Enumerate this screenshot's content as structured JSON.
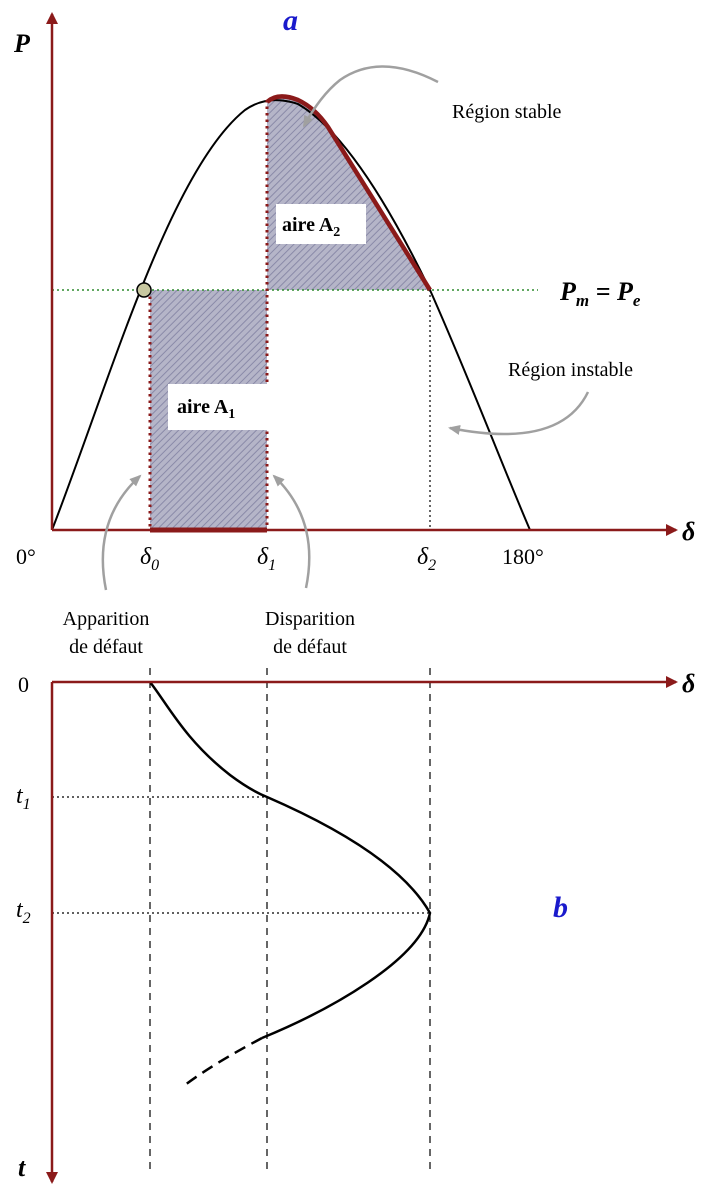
{
  "colors": {
    "axis": "#8b1a1a",
    "curve": "#000000",
    "stable_curve": "#8b1a1a",
    "area_fill": "#b5b5c8",
    "hatch": "#8a8aa8",
    "pm_line": "#2e8b2e",
    "panel_tag": "#1a1acc",
    "annot_arrow": "#a0a0a0",
    "point_fill": "#c8c8a0"
  },
  "panel_a": {
    "tag": "a",
    "y_axis_label": "P",
    "x_axis_label": "δ",
    "tick_0": "0°",
    "tick_180": "180°",
    "delta0_base": "δ",
    "delta0_sub": "0",
    "delta1_base": "δ",
    "delta1_sub": "1",
    "delta2_base": "δ",
    "delta2_sub": "2",
    "pm_P": "P",
    "pm_sub_m": "m",
    "pm_eq": " = ",
    "pe_P": "P",
    "pe_sub_e": "e",
    "area1_text": "aire A",
    "area1_sub": "1",
    "area2_text": "aire A",
    "area2_sub": "2",
    "stable_region": "Région stable",
    "unstable_region": "Région instable",
    "fault_appear_line1": "Apparition",
    "fault_appear_line2": "de défaut",
    "fault_clear_line1": "Disparition",
    "fault_clear_line2": "de défaut"
  },
  "panel_b": {
    "tag": "b",
    "x_axis_label": "δ",
    "y_axis_label": "t",
    "origin_label": "0",
    "t1_base": "t",
    "t1_sub": "1",
    "t2_base": "t",
    "t2_sub": "2"
  }
}
